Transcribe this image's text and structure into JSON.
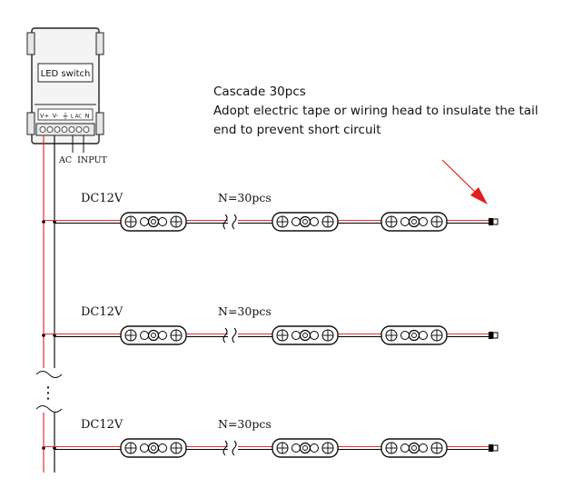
{
  "device": {
    "name": "LED switch",
    "terminals": [
      "V+",
      "V-",
      "⏚",
      "L AC",
      "N"
    ],
    "input_label": "AC  INPUT"
  },
  "notes": {
    "line1": "Cascade 30pcs",
    "line2": "Adopt electric tape or wiring head to insulate the tail",
    "line3": "end to prevent short circuit"
  },
  "strings": [
    {
      "voltage": "DC12V",
      "count": "N=30pcs"
    },
    {
      "voltage": "DC12V",
      "count": "N=30pcs"
    },
    {
      "voltage": "DC12V",
      "count": "N=30pcs"
    }
  ],
  "ellipsis": "⋮",
  "colors": {
    "line": "#000000",
    "red_wire": "#e03030",
    "module_outline": "#111111",
    "arrow": "#e02020",
    "device_fill": "#f2f2f2"
  }
}
